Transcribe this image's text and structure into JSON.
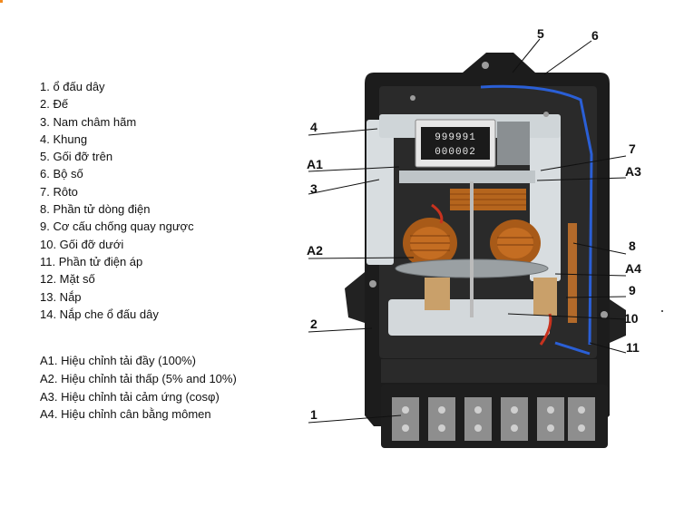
{
  "legend": {
    "parts": [
      "1. ổ đấu dây",
      "2. Đế",
      "3. Nam châm hãm",
      "4. Khung",
      "5. Gối đỡ trên",
      "6. Bộ số",
      "7. Rôto",
      "8. Phần tử dòng điện",
      "9. Cơ cấu chống quay ngược",
      "10. Gối đỡ dưới",
      "11. Phần tử điện áp",
      "12. Mặt số",
      "13. Nắp",
      "14. Nắp che ổ đấu dây"
    ],
    "adjustments": [
      "A1. Hiệu chỉnh tải đầy (100%)",
      "A2. Hiệu chỉnh tải thấp (5% and 10%)",
      "A3. Hiệu chỉnh tải cảm ứng (cosφ)",
      "A4. Hiệu chỉnh cân bằng mômen"
    ]
  },
  "callouts": {
    "c1": "1",
    "c2": "2",
    "c3": "3",
    "c4": "4",
    "c5": "5",
    "c6": "6",
    "c7": "7",
    "c8": "8",
    "c9": "9",
    "c10": "10",
    "c11": "11",
    "a1": "A1",
    "a2": "A2",
    "a3": "A3",
    "a4": "A4"
  },
  "register_digits": {
    "top": "999991",
    "bottom": "000002"
  },
  "colors": {
    "housing": "#1c1c1c",
    "frame": "#d8dde0",
    "coil": "#b5651d",
    "wire_blue": "#2a5fd6",
    "wire_red": "#c8321e",
    "accent": "#f28a1e"
  }
}
